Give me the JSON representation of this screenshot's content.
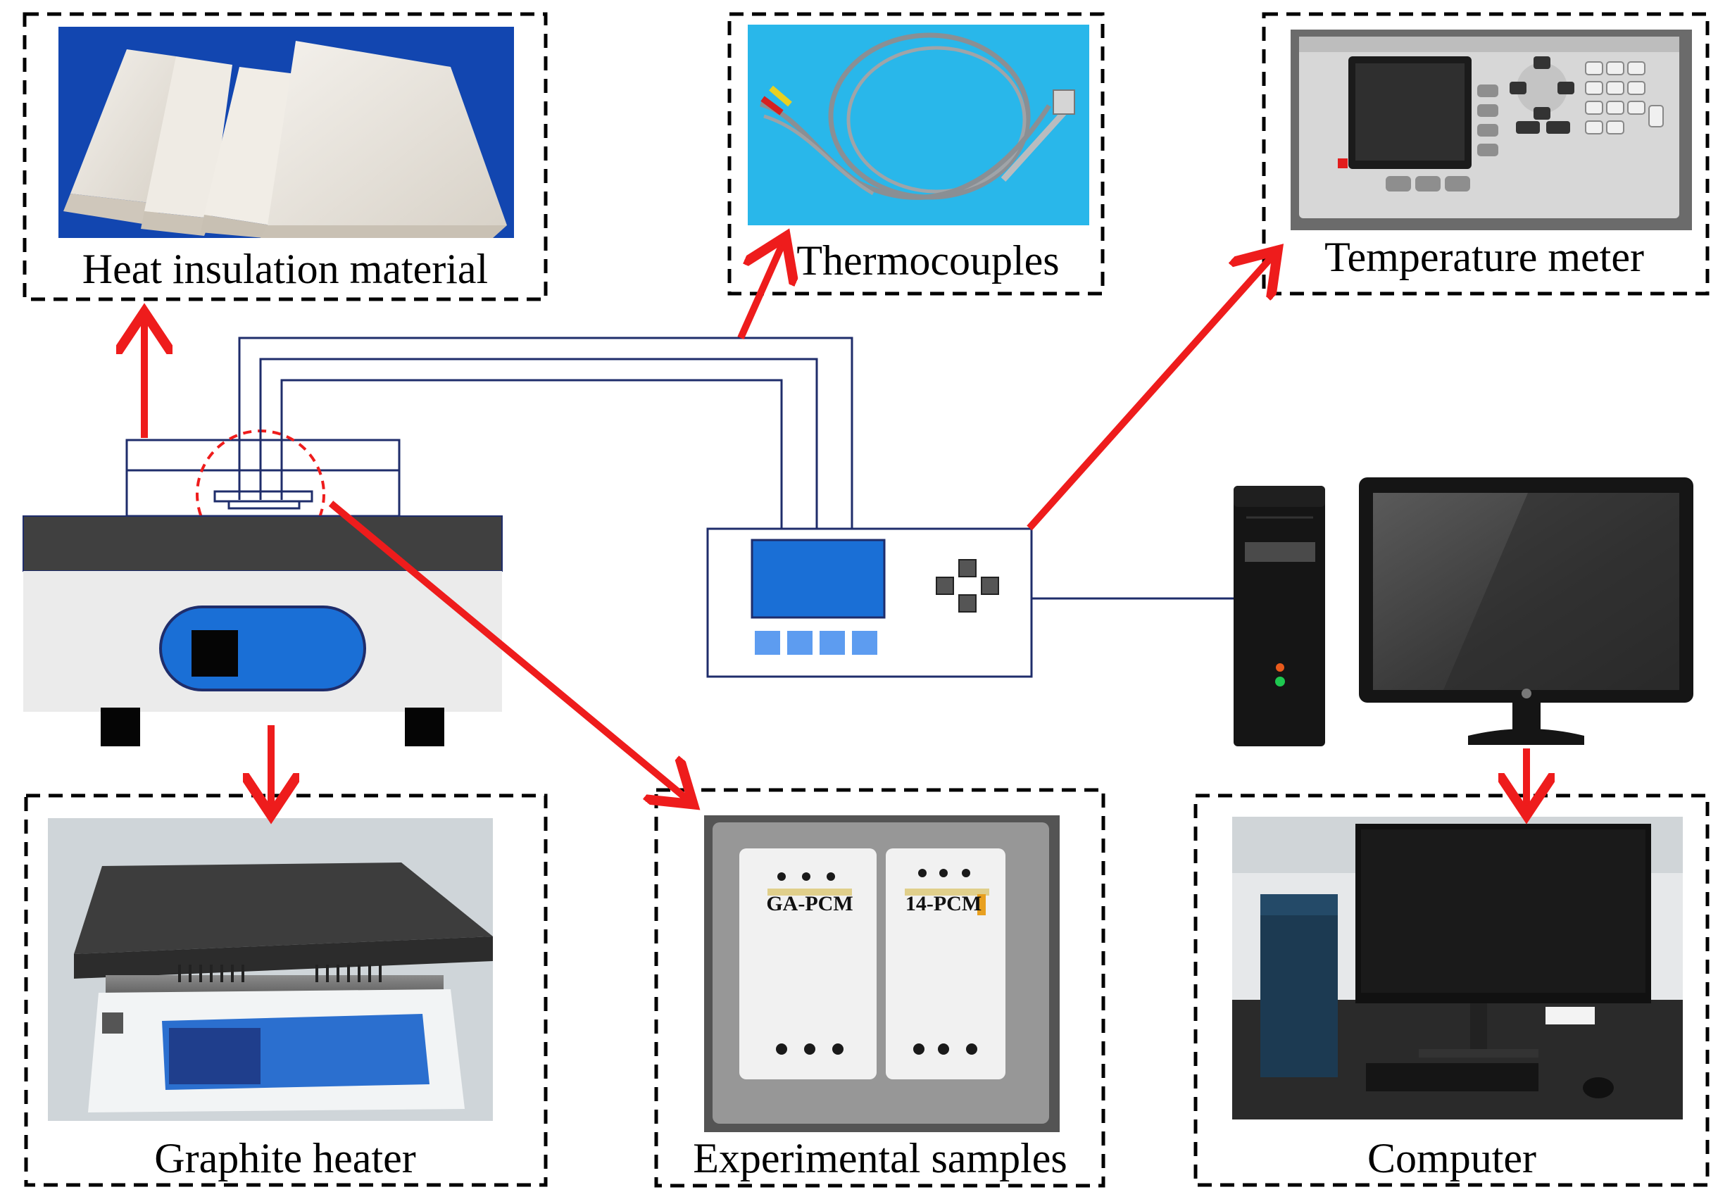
{
  "boxes": {
    "insulation": "Heat insulation material",
    "thermocouples": "Thermocouples",
    "temp_meter": "Temperature meter",
    "heater": "Graphite heater",
    "samples": "Experimental samples",
    "computer": "Computer"
  },
  "sample_labels": {
    "left": "GA-PCM",
    "right": "14-PCM"
  },
  "colors": {
    "arrow": "#ee1c1c",
    "wire": "#1f2d6b",
    "device_blue": "#1a6fd6",
    "heater_plate": "#404040",
    "photo_blue_bg": "#0d3fa8",
    "photo_cyan_bg": "#29b7ea"
  },
  "icons": [
    "heater-device",
    "temperature-meter-device",
    "computer-tower",
    "monitor",
    "thermocouple-wires",
    "sample-zoom-circle"
  ]
}
